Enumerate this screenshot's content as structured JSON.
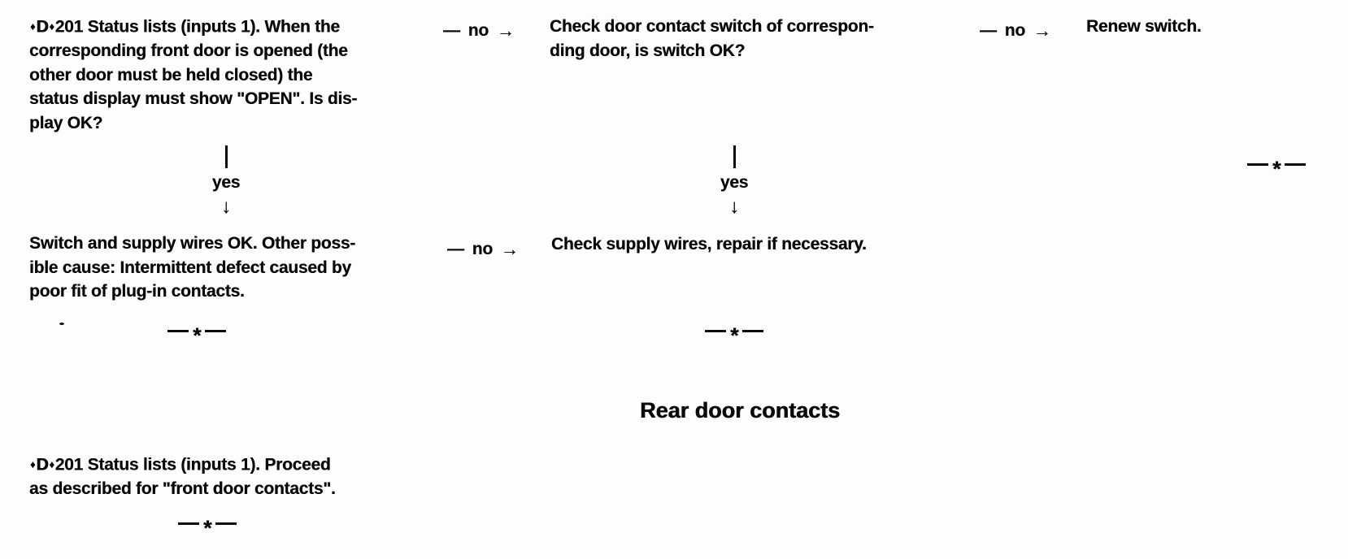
{
  "page": {
    "background": "#fdfdfd",
    "ink": "#0a0a0a"
  },
  "symbols": {
    "diamond": "♦",
    "dash": "—",
    "right_arrow": "→",
    "down_arrow": "↓",
    "asterisk": "*",
    "no_label": "no",
    "yes_label": "yes",
    "vertical_bar": "|"
  },
  "front_door_flow": {
    "status_check": {
      "marker_letter": "D",
      "first_line_rest": "201 Status lists (inputs 1). When the",
      "lines": [
        "corresponding front door is opened (the",
        "other door must be held closed) the",
        "status display must show \"OPEN\". Is dis-",
        "play OK?"
      ]
    },
    "check_door_contact_switch": {
      "lines": [
        "Check door contact switch of correspon-",
        "ding door, is switch OK?"
      ]
    },
    "renew_switch": {
      "lines": [
        "Renew switch."
      ]
    },
    "switch_and_wires_ok": {
      "lines": [
        "Switch and supply wires OK. Other poss-",
        "ible cause: Intermittent defect caused by",
        "poor fit of plug-in contacts."
      ]
    },
    "check_supply_wires": {
      "lines": [
        "Check supply wires, repair if necessary."
      ]
    }
  },
  "rear_door_section": {
    "heading": "Rear door contacts",
    "proceed_step": {
      "marker_letter": "D",
      "first_line_rest": "201 Status lists (inputs 1). Proceed",
      "lines": [
        "as described for \"front door contacts\"."
      ]
    }
  }
}
